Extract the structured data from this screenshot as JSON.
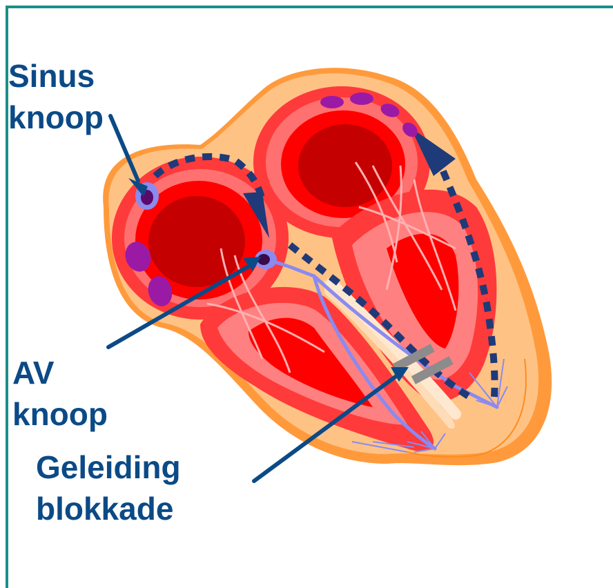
{
  "labels": {
    "sinus": [
      "Sinus",
      "knoop"
    ],
    "av": [
      "AV",
      "knoop"
    ],
    "block": [
      "Geleiding",
      "blokkade"
    ]
  },
  "colors": {
    "frame": "#1a8f8a",
    "label_text": "#0b4a86",
    "pathway_dash": "#1f3a78",
    "conduction_fiber": "#8a8af0",
    "node": "#9a1aa6",
    "block_bar": "#8c8c8c",
    "myocardium_dark": "#c00000",
    "myocardium": "#ff2a2a",
    "pericardium": "#ffbf80"
  },
  "icons": [
    "sinus-node-marker",
    "av-node-marker",
    "conduction-block-bars"
  ]
}
